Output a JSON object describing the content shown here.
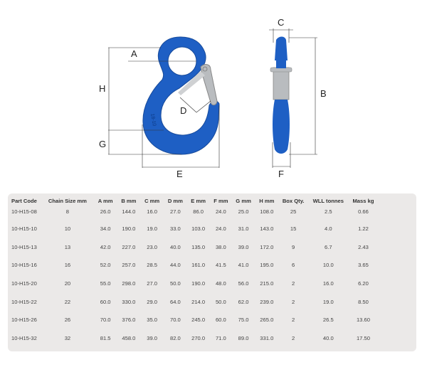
{
  "diagram": {
    "labels": {
      "A": "A",
      "B": "B",
      "C": "C",
      "D": "D",
      "E": "E",
      "F": "F",
      "G": "G",
      "H": "H"
    },
    "marking_text": "18-10",
    "colors": {
      "hook_blue": "#1e5fc4",
      "latch_grey": "#b9bcbf",
      "line": "#333333"
    }
  },
  "table": {
    "headers": [
      "Part Code",
      "Chain Size mm",
      "A mm",
      "B mm",
      "C mm",
      "D mm",
      "E mm",
      "F mm",
      "G mm",
      "H mm",
      "Box Qty.",
      "WLL tonnes",
      "Mass kg"
    ],
    "rows": [
      [
        "10-H15-08",
        "8",
        "26.0",
        "144.0",
        "16.0",
        "27.0",
        "86.0",
        "24.0",
        "25.0",
        "108.0",
        "25",
        "2.5",
        "0.66"
      ],
      [
        "10-H15-10",
        "10",
        "34.0",
        "190.0",
        "19.0",
        "33.0",
        "103.0",
        "24.0",
        "31.0",
        "143.0",
        "15",
        "4.0",
        "1.22"
      ],
      [
        "10-H15-13",
        "13",
        "42.0",
        "227.0",
        "23.0",
        "40.0",
        "135.0",
        "38.0",
        "39.0",
        "172.0",
        "9",
        "6.7",
        "2.43"
      ],
      [
        "10-H15-16",
        "16",
        "52.0",
        "257.0",
        "28.5",
        "44.0",
        "161.0",
        "41.5",
        "41.0",
        "195.0",
        "6",
        "10.0",
        "3.65"
      ],
      [
        "10-H15-20",
        "20",
        "55.0",
        "298.0",
        "27.0",
        "50.0",
        "190.0",
        "48.0",
        "56.0",
        "215.0",
        "2",
        "16.0",
        "6.20"
      ],
      [
        "10-H15-22",
        "22",
        "60.0",
        "330.0",
        "29.0",
        "64.0",
        "214.0",
        "50.0",
        "62.0",
        "239.0",
        "2",
        "19.0",
        "8.50"
      ],
      [
        "10-H15-26",
        "26",
        "70.0",
        "376.0",
        "35.0",
        "70.0",
        "245.0",
        "60.0",
        "75.0",
        "265.0",
        "2",
        "26.5",
        "13.60"
      ],
      [
        "10-H15-32",
        "32",
        "81.5",
        "458.0",
        "39.0",
        "82.0",
        "270.0",
        "71.0",
        "89.0",
        "331.0",
        "2",
        "40.0",
        "17.50"
      ]
    ]
  }
}
